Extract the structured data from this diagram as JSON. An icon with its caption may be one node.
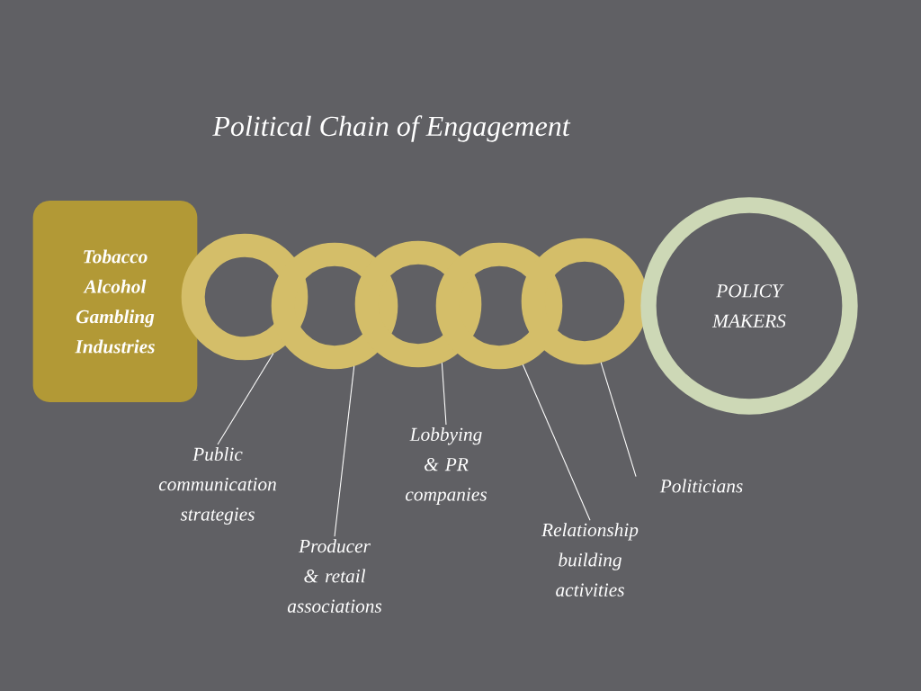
{
  "diagram": {
    "title": "Political Chain of Engagement",
    "nodes": [
      {
        "text": [
          "Tobacco Alcohol Gambling Industries"
        ]
      },
      {
        "text": [],
        "shape": "circle"
      },
      {
        "text": [],
        "shape": "circle"
      },
      {
        "text": [],
        "shape": "circle"
      },
      {
        "text": [],
        "shape": "circle"
      },
      {
        "text": [],
        "shape": "circle"
      },
      {
        "text": [
          "POLICY MAKERS"
        ]
      },
      {
        "text": [
          "Public communication strategies"
        ]
      },
      {
        "text": [
          "Producer & retail associations"
        ]
      },
      {
        "text": [
          "Lobbying & PR companies"
        ]
      },
      {
        "text": [
          "Relationship building activities"
        ]
      },
      {
        "text": [
          "Politicians"
        ]
      }
    ],
    "edges": [
      {
        "from": 7,
        "to": 1,
        "arrow": "none"
      },
      {
        "from": 8,
        "to": 2,
        "arrow": "none"
      },
      {
        "from": 9,
        "to": 3,
        "arrow": "none"
      },
      {
        "from": 10,
        "to": 4,
        "arrow": "none"
      },
      {
        "from": 11,
        "to": 5,
        "arrow": "none"
      }
    ]
  }
}
